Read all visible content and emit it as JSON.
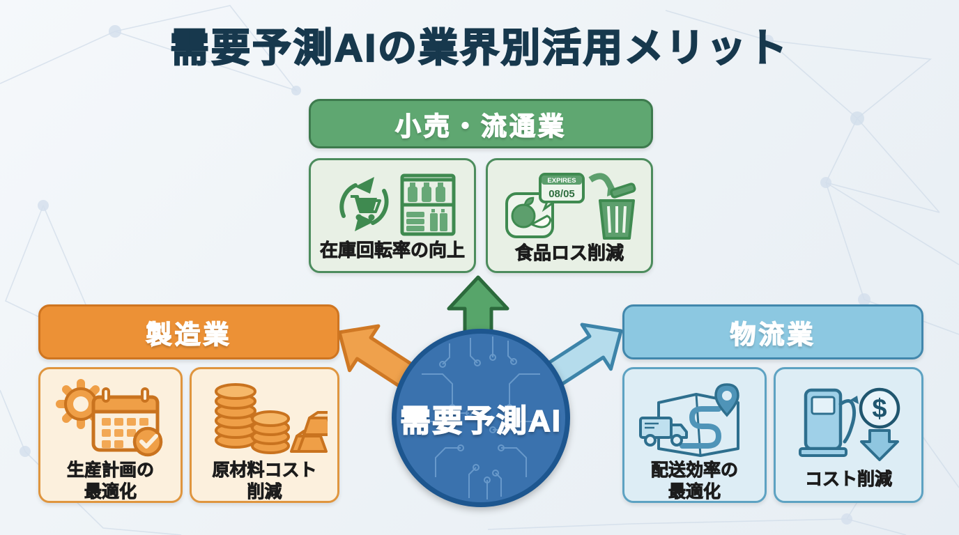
{
  "title": "需要予測AIの業界別活用メリット",
  "center": {
    "label": "需要予測AI"
  },
  "sections": {
    "retail": {
      "header": "小売・流通業",
      "accent": "#5fa771",
      "cards": [
        {
          "icon": "inventory-turnover-icon",
          "lines": [
            "在庫回転率の向上"
          ]
        },
        {
          "icon": "food-loss-icon",
          "lines": [
            "食品ロス削減"
          ],
          "expiry_tag": "EXPIRES",
          "expiry_date": "08/05"
        }
      ]
    },
    "manufacturing": {
      "header": "製造業",
      "accent": "#ec9136",
      "cards": [
        {
          "icon": "production-plan-icon",
          "lines": [
            "生産計画の",
            "最適化"
          ]
        },
        {
          "icon": "raw-material-cost-icon",
          "lines": [
            "原材料コスト",
            "削減"
          ]
        }
      ]
    },
    "logistics": {
      "header": "物流業",
      "accent": "#8cc8e1",
      "cards": [
        {
          "icon": "delivery-efficiency-icon",
          "lines": [
            "配送効率の",
            "最適化"
          ]
        },
        {
          "icon": "cost-reduction-icon",
          "lines": [
            "コスト削減"
          ],
          "dollar_glyph": "$"
        }
      ]
    }
  },
  "colors": {
    "title_text": "#17384d",
    "background": "#eef3f7",
    "green_dark": "#3d7a4d",
    "orange_dark": "#cf7520",
    "blue_dark": "#4187ac",
    "center_fill": "#3a72ae",
    "center_border": "#1d568f"
  }
}
